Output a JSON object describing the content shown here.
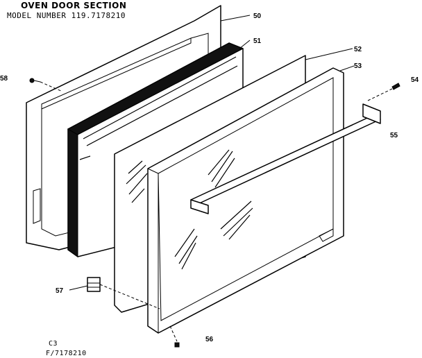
{
  "header": {
    "title": "OVEN DOOR SECTION",
    "model": "MODEL NUMBER 119.7178210"
  },
  "callouts": {
    "c50": "50",
    "c51": "51",
    "c52": "52",
    "c53": "53",
    "c54": "54",
    "c55": "55",
    "c56": "56",
    "c57": "57",
    "c58": "58"
  },
  "footer": {
    "line1": "C3",
    "line2": "F/7178210"
  }
}
